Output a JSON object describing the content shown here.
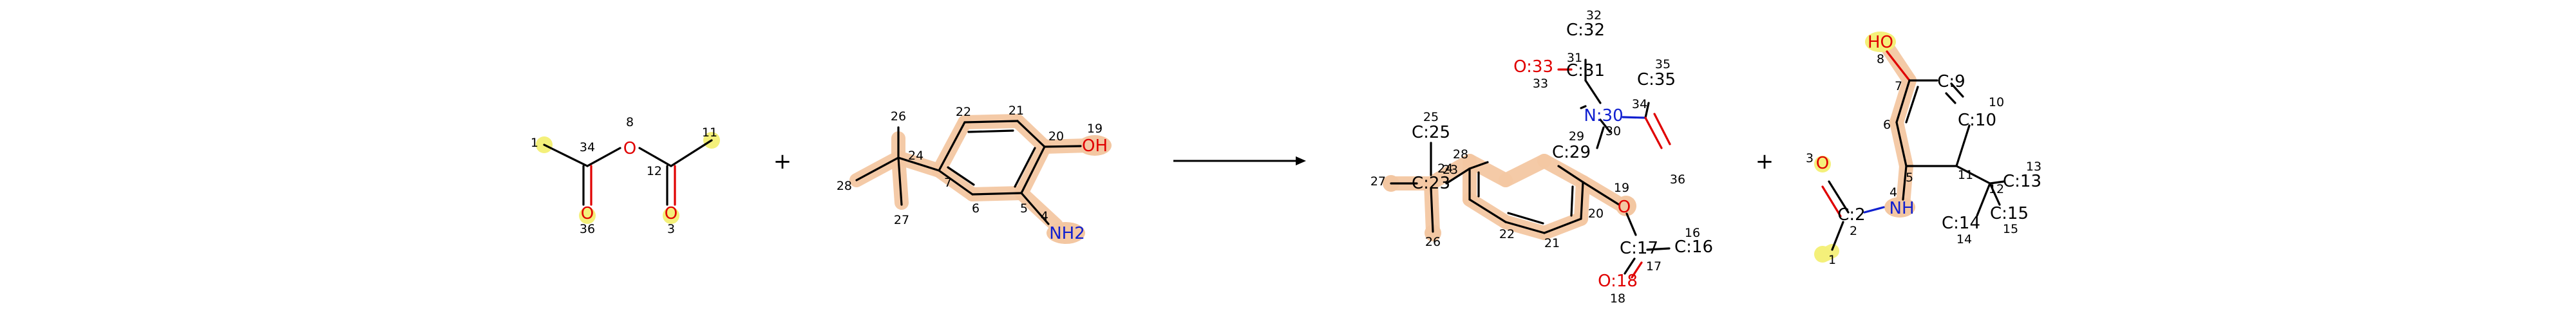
{
  "colors": {
    "carbon": "#000000",
    "oxygen": "#e00000",
    "nitrogen": "#1020d0",
    "highlight_orange": "#f3c7a2",
    "highlight_yellow": "#f4f07a",
    "arrow": "#000000"
  },
  "operators": {
    "plus1": "+",
    "plus2": "+"
  },
  "reactant1": {
    "atoms": {
      "o8": "O",
      "o36": "O",
      "o3": "O"
    },
    "maps": {
      "m1": "1",
      "m34": "34",
      "m8": "8",
      "m12": "12",
      "m11": "11",
      "m36": "36",
      "m3": "3"
    }
  },
  "reactant2": {
    "atoms": {
      "oh": "OH",
      "nh2": "NH2"
    },
    "maps": {
      "m26": "26",
      "m22": "22",
      "m21": "21",
      "m19": "19",
      "m20": "20",
      "m24": "24",
      "m7": "7",
      "m28": "28",
      "m6": "6",
      "m5": "5",
      "m4": "4",
      "m27": "27"
    }
  },
  "product1": {
    "atoms": {
      "c32": "C:32",
      "o33": "O:33",
      "c31": "C:31",
      "c35": "C:35",
      "c25": "C:25",
      "n30": "N:30",
      "c29": "C:29",
      "c23": "C:23",
      "o19": "O",
      "c17": "C:17",
      "c16": "C:16",
      "o18": "O:18"
    },
    "maps": {
      "m32": "32",
      "m31": "31",
      "m33": "33",
      "m35": "35",
      "m25": "25",
      "m34": "34",
      "m29": "29",
      "m30": "30",
      "m28": "28",
      "m24": "24",
      "m27": "27",
      "m23": "23",
      "m19": "19",
      "m36": "36",
      "m26": "26",
      "m20": "20",
      "m22": "22",
      "m21": "21",
      "m16": "16",
      "m17": "17",
      "m18": "18"
    }
  },
  "product2": {
    "atoms": {
      "ho": "HO",
      "c9": "C:9",
      "c10": "C:10",
      "o3": "O",
      "c2": "C:2",
      "nh": "NH",
      "c13": "C:13",
      "c14": "C:14",
      "c15": "C:15"
    },
    "maps": {
      "m8": "8",
      "m7": "7",
      "m10": "10",
      "m6": "6",
      "m3": "3",
      "m11": "11",
      "m13": "13",
      "m5": "5",
      "m12": "12",
      "m4": "4",
      "m2": "2",
      "m14": "14",
      "m15": "15",
      "m1": "1"
    }
  }
}
